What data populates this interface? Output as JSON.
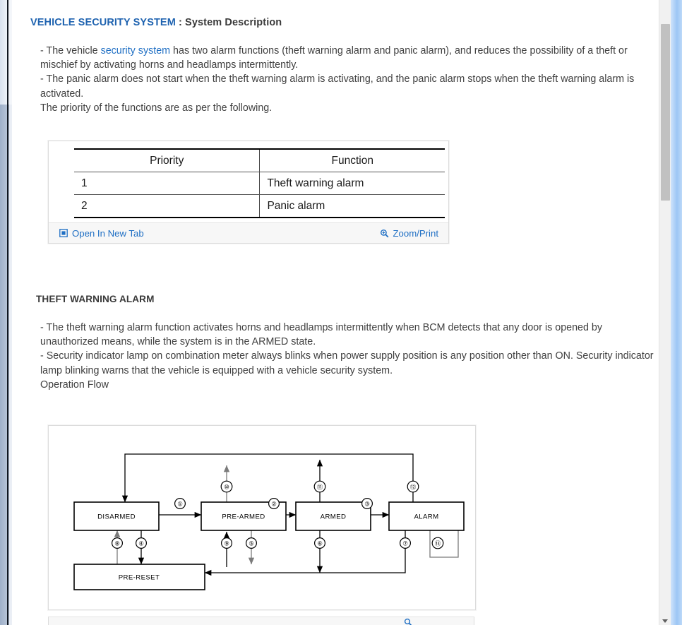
{
  "heading": {
    "title_highlight": "VEHICLE SECURITY SYSTEM",
    "title_rest": " : System Description"
  },
  "intro": {
    "line1_a": "- The vehicle ",
    "line1_link": "security system",
    "line1_b": " has two alarm functions (theft warning alarm and panic alarm), and reduces the possibility of a theft or mischief by activating horns and headlamps intermittently.",
    "line2": "- The panic alarm does not start when the theft warning alarm is activating, and the panic alarm stops when the theft warning alarm is activated.",
    "line3": "The priority of the functions are as per the following."
  },
  "priority_table": {
    "headers": [
      "Priority",
      "Function"
    ],
    "rows": [
      [
        "1",
        "Theft warning alarm"
      ],
      [
        "2",
        "Panic alarm"
      ]
    ]
  },
  "figure_footer": {
    "open_new_tab": "Open In New Tab",
    "zoom_print": "Zoom/Print",
    "open_icon": "open-in-new-tab-icon",
    "zoom_icon": "magnifier-icon",
    "link_color": "#1f6fc4"
  },
  "theft_section": {
    "heading": "THEFT WARNING ALARM",
    "para1": "- The theft warning alarm function activates horns and headlamps intermittently when BCM detects that any door is opened by unauthorized means, while the system is in the ARMED state.",
    "para2": "- Security indicator lamp on combination meter always blinks when power supply position is any position other than ON. Security indicator lamp blinking warns that the vehicle is equipped with a vehicle security system.",
    "para3": "Operation Flow"
  },
  "state_diagram": {
    "type": "state-machine",
    "nodes": [
      {
        "id": "disarmed",
        "label": "DISARMED"
      },
      {
        "id": "pre-armed",
        "label": "PRE-ARMED"
      },
      {
        "id": "armed",
        "label": "ARMED"
      },
      {
        "id": "alarm",
        "label": "ALARM"
      },
      {
        "id": "pre-reset",
        "label": "PRE-RESET"
      }
    ],
    "transitions": [
      {
        "n": "①",
        "from": "disarmed",
        "to": "pre-armed"
      },
      {
        "n": "②",
        "from": "pre-armed",
        "to": "armed"
      },
      {
        "n": "③",
        "from": "armed",
        "to": "alarm"
      },
      {
        "n": "④",
        "from": "disarmed",
        "to": "pre-reset"
      },
      {
        "n": "⑤",
        "from": "pre-armed",
        "to": "pre-reset"
      },
      {
        "n": "⑥",
        "from": "armed",
        "to": "pre-reset"
      },
      {
        "n": "⑦",
        "from": "alarm",
        "to": "pre-reset"
      },
      {
        "n": "⑧",
        "from": "pre-reset",
        "to": "disarmed"
      },
      {
        "n": "⑨",
        "from": "pre-reset",
        "to": "pre-armed"
      },
      {
        "n": "⑩",
        "from": "pre-armed",
        "to": "disarmed"
      },
      {
        "n": "⑪",
        "from": "armed",
        "to": "disarmed"
      },
      {
        "n": "⑫",
        "from": "alarm",
        "to": "disarmed"
      },
      {
        "n": "⑬",
        "from": "alarm",
        "to": "alarm"
      }
    ]
  },
  "scrollbar": {
    "thumb_label": "vertical-scroll-thumb",
    "arrow_label": "scroll-down-arrow"
  }
}
